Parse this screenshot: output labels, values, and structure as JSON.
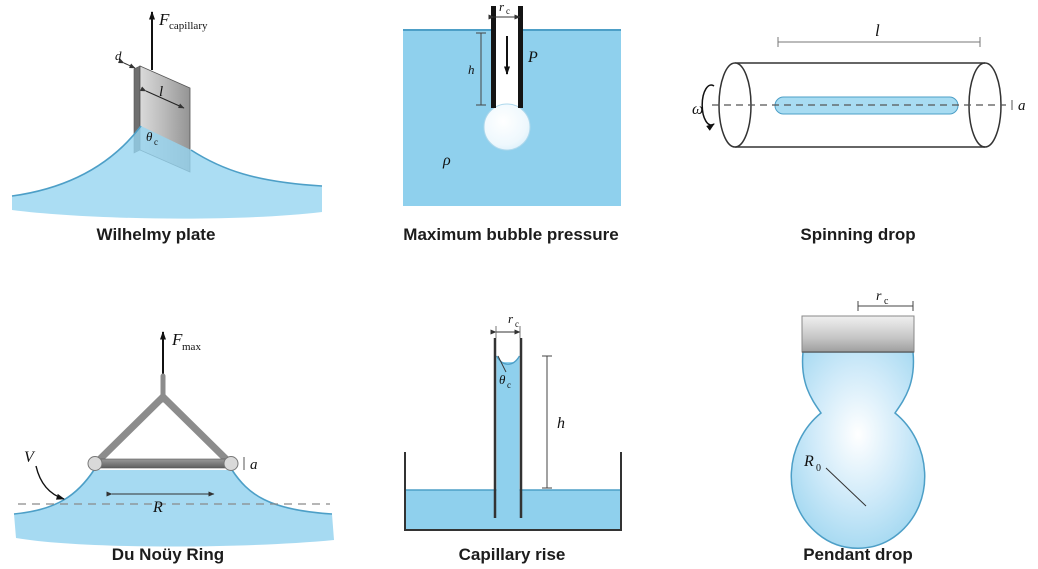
{
  "figure": {
    "colors": {
      "liquid": "#8fd0ed",
      "liquid_light": "#a8dcf2",
      "liquid_edge": "#4d9fc7",
      "metal": "#8c8c8c",
      "ink": "#1a1a1a"
    }
  },
  "panels": {
    "wilhelmy": {
      "caption": "Wilhelmy plate",
      "labels": {
        "force": "F",
        "force_sub": "capillary",
        "thickness": "d",
        "length": "l",
        "theta": "θ",
        "theta_sub": "c"
      }
    },
    "bubble": {
      "caption": "Maximum bubble pressure",
      "labels": {
        "radius": "r",
        "radius_sub": "c",
        "depth": "h",
        "pressure": "P",
        "density": "ρ"
      }
    },
    "spinning": {
      "caption": "Spinning drop",
      "labels": {
        "length": "l",
        "omega": "ω",
        "axis": "a"
      }
    },
    "ring": {
      "caption": "Du Noüy Ring",
      "labels": {
        "force": "F",
        "force_sub": "max",
        "volume": "V",
        "axis": "a",
        "radius": "R"
      }
    },
    "capillary": {
      "caption": "Capillary rise",
      "labels": {
        "radius": "r",
        "radius_sub": "c",
        "theta": "θ",
        "theta_sub": "c",
        "height": "h"
      }
    },
    "pendant": {
      "caption": "Pendant drop",
      "labels": {
        "radius": "r",
        "radius_sub": "c",
        "R0": "R",
        "R0_sub": "0"
      }
    }
  }
}
